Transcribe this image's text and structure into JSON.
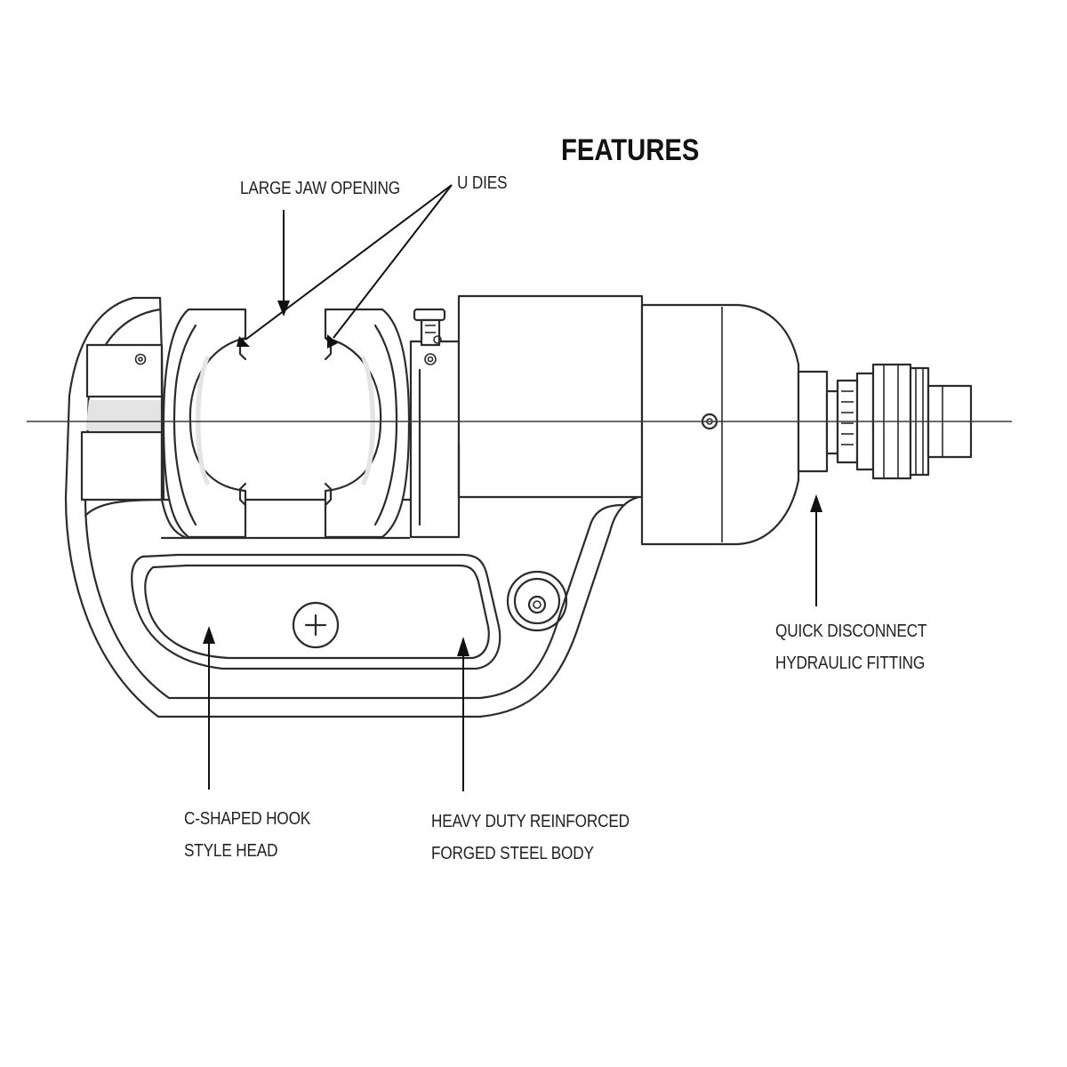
{
  "title": "FEATURES",
  "callouts": {
    "jaw_opening": "LARGE JAW OPENING",
    "u_dies": "U DIES",
    "quick_disconnect": [
      "QUICK DISCONNECT",
      "HYDRAULIC FITTING"
    ],
    "c_shaped_head": [
      "C-SHAPED HOOK",
      "STYLE HEAD"
    ],
    "forged_body": [
      "HEAVY DUTY REINFORCED",
      "FORGED STEEL BODY"
    ]
  }
}
